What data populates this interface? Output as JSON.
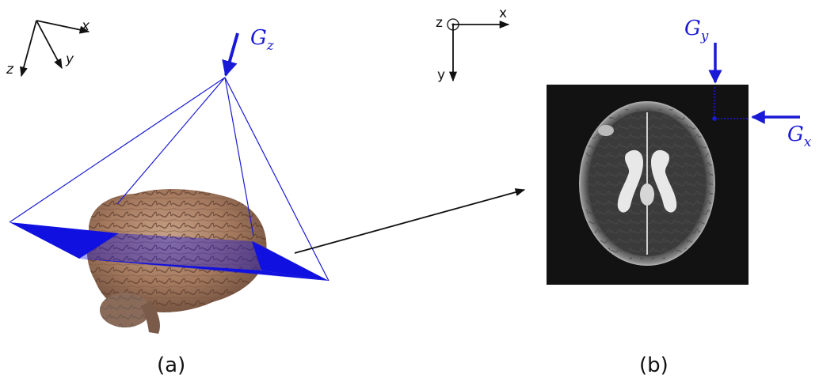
{
  "panel_a": {
    "axes": {
      "x": "x",
      "y": "y",
      "z": "z"
    },
    "gradient": {
      "symbol": "G",
      "subscript": "z"
    },
    "caption": "(a)"
  },
  "panel_b": {
    "axes": {
      "x": "x",
      "y": "y",
      "z": "z"
    },
    "gradient_y": {
      "symbol": "G",
      "subscript": "y"
    },
    "gradient_x": {
      "symbol": "G",
      "subscript": "x"
    },
    "caption": "(b)"
  },
  "colors": {
    "gradient": "#1a1ad6",
    "plane": "#1010e0",
    "text": "#111111"
  }
}
